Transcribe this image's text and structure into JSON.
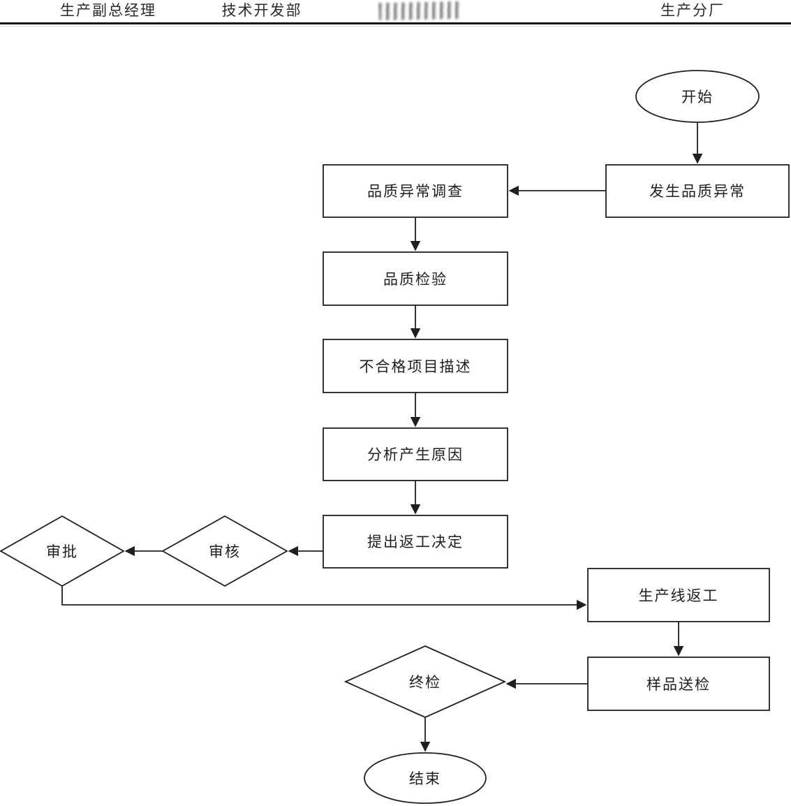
{
  "header": {
    "columns": [
      {
        "id": "production-vp",
        "label": "生产副总经理"
      },
      {
        "id": "tech-development",
        "label": "技术开发部"
      },
      {
        "id": "illegible-department",
        "label": "",
        "illegible": true
      },
      {
        "id": "production-branch",
        "label": "生产分厂"
      }
    ]
  },
  "flowchart": {
    "nodes": [
      {
        "id": "start",
        "shape": "ellipse",
        "label": "开始"
      },
      {
        "id": "quality-abnormality-occurs",
        "shape": "rect",
        "label": "发生品质异常"
      },
      {
        "id": "quality-abnormality-investigation",
        "shape": "rect",
        "label": "品质异常调查"
      },
      {
        "id": "quality-inspection",
        "shape": "rect",
        "label": "品质检验"
      },
      {
        "id": "nonconforming-item-description",
        "shape": "rect",
        "label": "不合格项目描述"
      },
      {
        "id": "analyze-cause",
        "shape": "rect",
        "label": "分析产生原因"
      },
      {
        "id": "propose-rework-decision",
        "shape": "rect",
        "label": "提出返工决定"
      },
      {
        "id": "review",
        "shape": "diamond",
        "label": "审核"
      },
      {
        "id": "approval",
        "shape": "diamond",
        "label": "审批"
      },
      {
        "id": "production-line-rework",
        "shape": "rect",
        "label": "生产线返工"
      },
      {
        "id": "sample-submission",
        "shape": "rect",
        "label": "样品送检"
      },
      {
        "id": "final-inspection",
        "shape": "diamond",
        "label": "终检"
      },
      {
        "id": "end",
        "shape": "ellipse",
        "label": "结束"
      }
    ],
    "edges": [
      {
        "from": "start",
        "to": "quality-abnormality-occurs"
      },
      {
        "from": "quality-abnormality-occurs",
        "to": "quality-abnormality-investigation"
      },
      {
        "from": "quality-abnormality-investigation",
        "to": "quality-inspection"
      },
      {
        "from": "quality-inspection",
        "to": "nonconforming-item-description"
      },
      {
        "from": "nonconforming-item-description",
        "to": "analyze-cause"
      },
      {
        "from": "analyze-cause",
        "to": "propose-rework-decision"
      },
      {
        "from": "propose-rework-decision",
        "to": "review"
      },
      {
        "from": "review",
        "to": "approval"
      },
      {
        "from": "approval",
        "to": "production-line-rework"
      },
      {
        "from": "production-line-rework",
        "to": "sample-submission"
      },
      {
        "from": "sample-submission",
        "to": "final-inspection"
      },
      {
        "from": "final-inspection",
        "to": "end"
      }
    ],
    "colors": {
      "line": "#1f1f1f",
      "fill": "#ffffff",
      "text": "#1e1e1e"
    }
  }
}
